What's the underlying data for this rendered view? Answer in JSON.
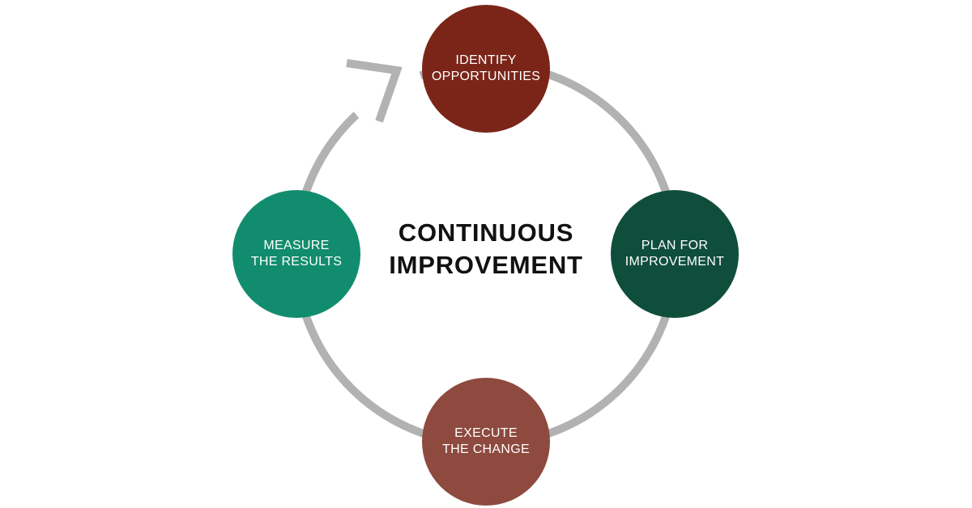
{
  "diagram": {
    "title": "CONTINUOUS\nIMPROVEMENT",
    "ring_color": "#b2b2b2",
    "steps": [
      {
        "label": "IDENTIFY\nOPPORTUNITIES",
        "color": "#7b2519"
      },
      {
        "label": "PLAN FOR\nIMPROVEMENT",
        "color": "#104e3c"
      },
      {
        "label": "EXECUTE\nTHE CHANGE",
        "color": "#8e4a3f"
      },
      {
        "label": "MEASURE\nTHE RESULTS",
        "color": "#128c6e"
      }
    ]
  }
}
